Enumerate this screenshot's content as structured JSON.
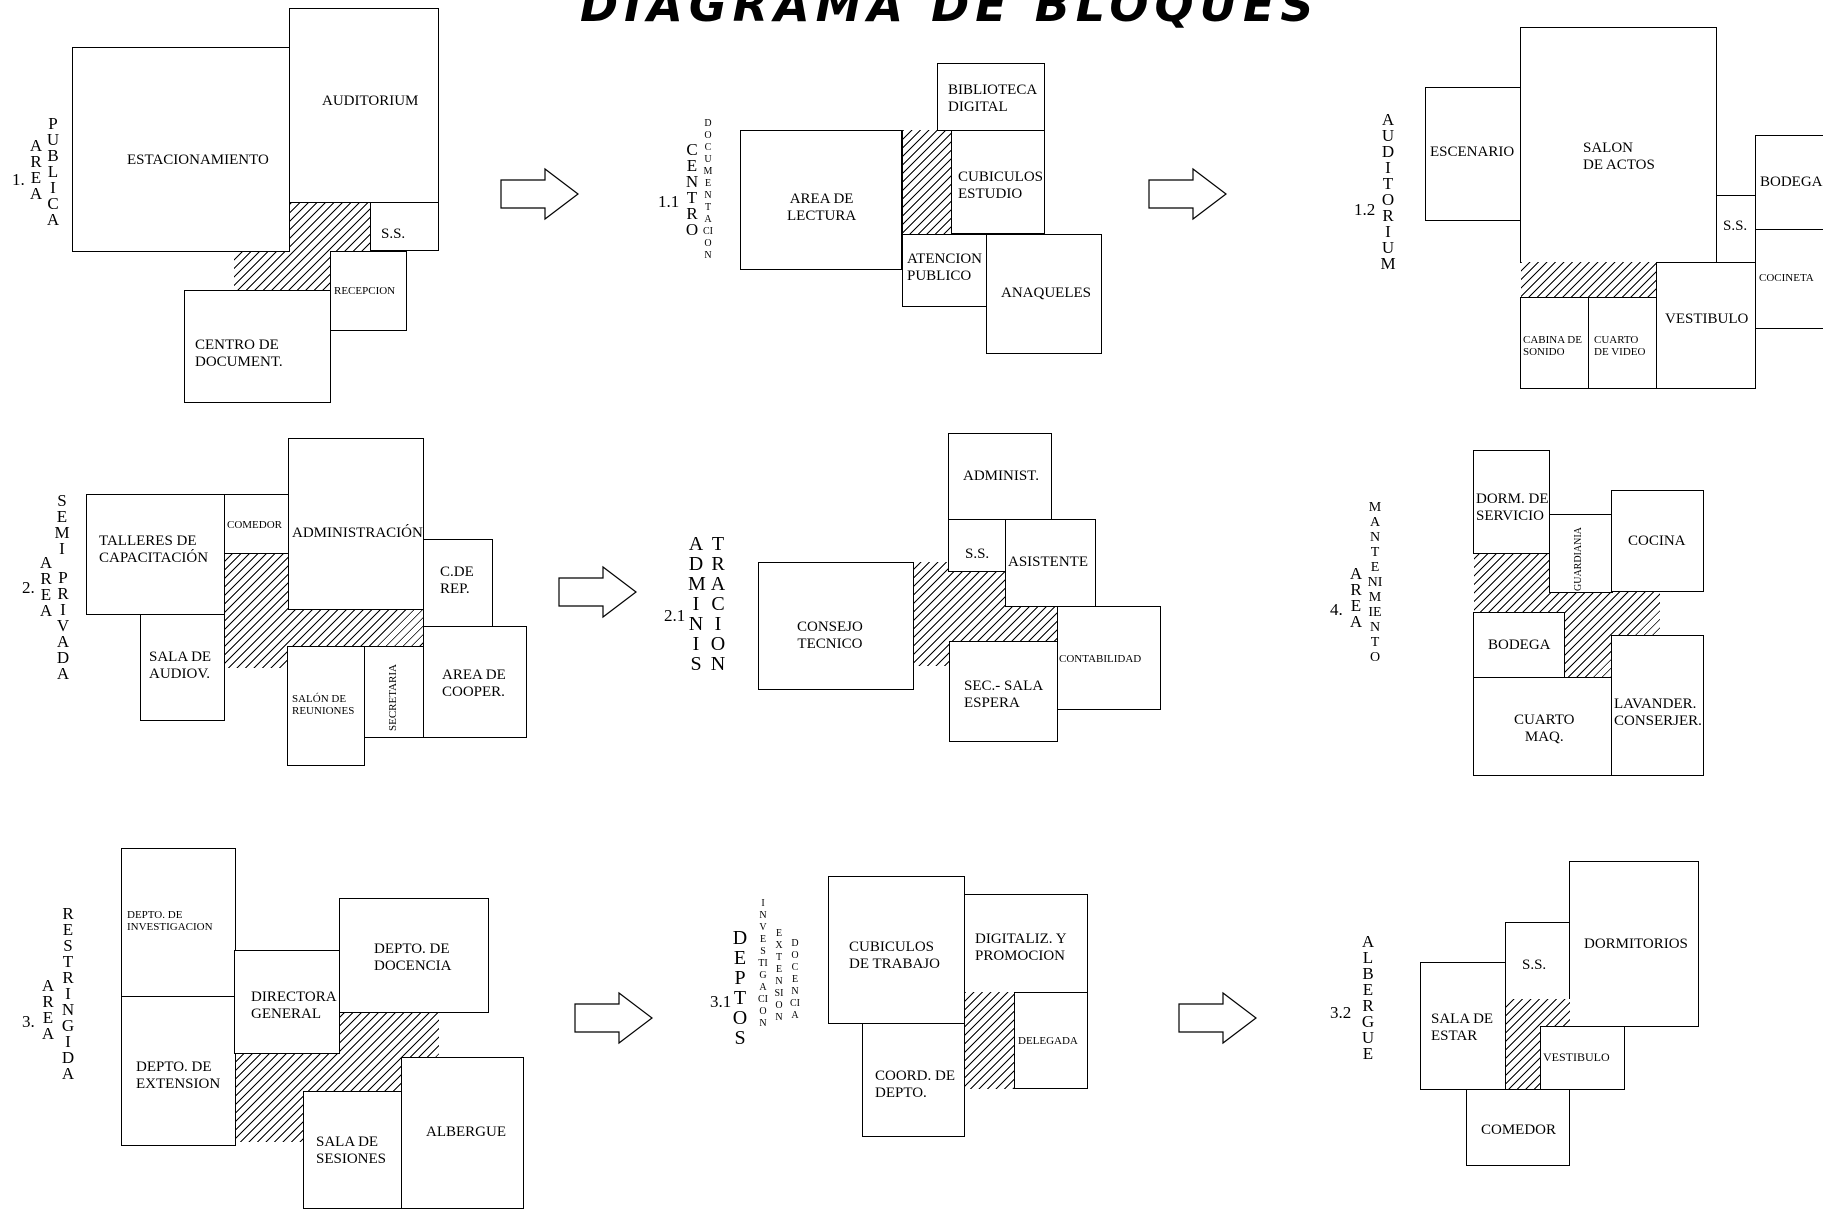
{
  "title": "DIAGRAMA  DE  BLOQUES",
  "g1": {
    "num": "1.",
    "area": "AREA",
    "pub": "PUBLICA",
    "estac": "ESTACIONAMIENTO",
    "audit": "AUDITORIUM",
    "ss": "S.S.",
    "recep": "RECEPCION",
    "centro": "CENTRO DE\nDOCUMENT."
  },
  "g11": {
    "num": "1.1",
    "centro": "CENTRO",
    "doc": "DOCUMENTACION",
    "bib": "BIBLIOTECA\nDIGITAL",
    "lect": "AREA DE\nLECTURA",
    "cub": "CUBICULOS\nESTUDIO",
    "aten": "ATENCION\nPUBLICO",
    "anaq": "ANAQUELES"
  },
  "g12": {
    "num": "1.2",
    "aud": "AUDITORIUM",
    "esc": "ESCENARIO",
    "salon": "SALON\nDE ACTOS",
    "bod": "BODEGA",
    "ss": "S.S.",
    "coc": "COCINETA",
    "cab": "CABINA DE\nSONIDO",
    "cuarto": "CUARTO\nDE VIDEO",
    "vest": "VESTIBULO"
  },
  "g2": {
    "num": "2.",
    "area": "AREA",
    "semi": "SEMI",
    "priv": "PRIVADA",
    "tall": "TALLERES DE\nCAPACITACIÓN",
    "com": "COMEDOR",
    "admin": "ADMINISTRACIÓN",
    "cde": "C.DE\nREP.",
    "sala": "SALA DE\nAUDIOV.",
    "reun": "SALÓN DE\nREUNIONES",
    "sec": "SECRETARIA",
    "coop": "AREA DE\nCOOPER."
  },
  "g21": {
    "num": "2.1",
    "adm": "ADMINIS",
    "tra": "TRACION",
    "admi": "ADMINIST.",
    "ss": "S.S.",
    "asis": "ASISTENTE",
    "cons": "CONSEJO\nTECNICO",
    "cont": "CONTABILIDAD",
    "secsala": "SEC.- SALA\nESPERA"
  },
  "g4": {
    "num": "4.",
    "area": "AREA",
    "mant": "MANTENIMIENTO",
    "dorm": "DORM. DE\nSERVICIO",
    "guard": "GUARDIANIA",
    "coc": "COCINA",
    "bod": "BODEGA",
    "cuarto": "CUARTO\nMAQ.",
    "lav": "LAVANDER.\nCONSERJER."
  },
  "g3": {
    "num": "3.",
    "area": "AREA",
    "rest": "RESTRINGIDA",
    "inv": "DEPTO. DE\nINVESTIGACION",
    "ext": "DEPTO. DE\nEXTENSION",
    "dir": "DIRECTORA\nGENERAL",
    "doc": "DEPTO. DE\nDOCENCIA",
    "ses": "SALA DE\nSESIONES",
    "alb": "ALBERGUE"
  },
  "g31": {
    "num": "3.1",
    "deptos": "DEPTOS",
    "inv": "INVESTIGACION",
    "ext": "EXTENSION",
    "doc": "DOCENCIA",
    "cub": "CUBICULOS\nDE TRABAJO",
    "dig": "DIGITALIZ. Y\nPROMOCION",
    "dele": "DELEGADA",
    "coord": "COORD. DE\nDEPTO."
  },
  "g32": {
    "num": "3.2",
    "alb": "ALBERGUE",
    "ss": "S.S.",
    "dorm": "DORMITORIOS",
    "sala": "SALA DE\nESTAR",
    "vest": "VESTIBULO",
    "com": "COMEDOR"
  }
}
